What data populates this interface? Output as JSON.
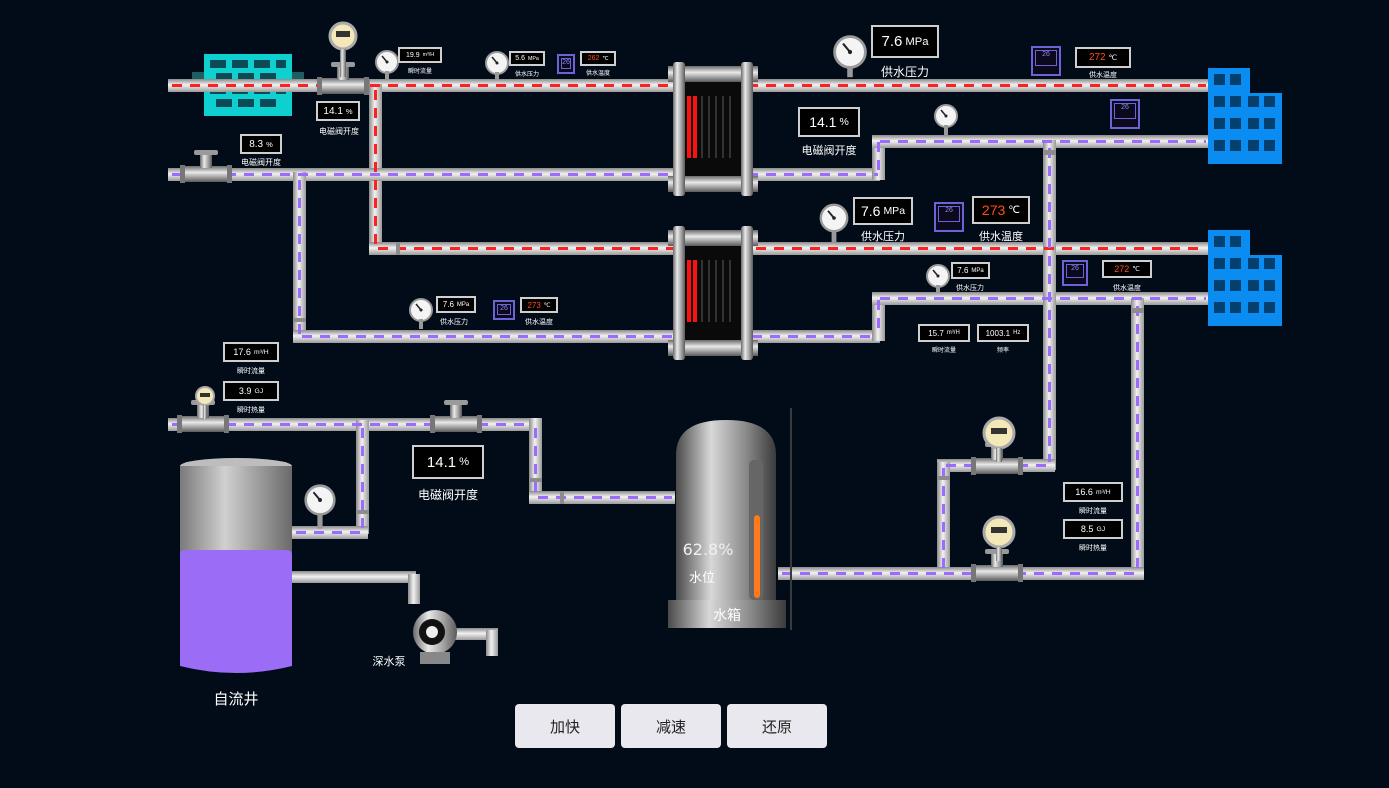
{
  "colors": {
    "background": "#020c18",
    "hot_line": "#ff2020",
    "cold_line": "#9c6cff",
    "building": "#0a8cf0",
    "well_water": "#9b6cf5",
    "level_bar": "#ff7a1a"
  },
  "gauges": {
    "valve1_opening": {
      "value": "14.1",
      "unit": "%",
      "label": "电磁阀开度"
    },
    "top_flow": {
      "value": "19.9",
      "unit": "m³/H",
      "label": "瞬时流量"
    },
    "top_pressure": {
      "value": "5.6",
      "unit": "MPa",
      "label": "供水压力"
    },
    "top_temp": {
      "value": "262",
      "unit": "℃",
      "label": "供水温度"
    },
    "top_lcd": "26",
    "big_pressure": {
      "value": "7.6",
      "unit": "MPa",
      "label": "供水压力"
    },
    "right_temp_top": {
      "value": "272",
      "unit": "℃",
      "label": "供水温度"
    },
    "right_lcd_top": "26",
    "right_lcd_2": "26",
    "valve2_opening": {
      "value": "8.3",
      "unit": "%",
      "label": "电磁阀开度"
    },
    "valve3_opening": {
      "value": "14.1",
      "unit": "%",
      "label": "电磁阀开度"
    },
    "mid_pressure": {
      "value": "7.6",
      "unit": "MPa",
      "label": "供水压力"
    },
    "mid_temp": {
      "value": "273",
      "unit": "℃",
      "label": "供水温度"
    },
    "mid_lcd": "26",
    "mid_right_pressure": {
      "value": "7.6",
      "unit": "MPa",
      "label": "供水压力"
    },
    "mid_right_temp": {
      "value": "272",
      "unit": "℃",
      "label": "供水温度"
    },
    "mid_right_lcd": "26",
    "mid_flow": {
      "value": "15.7",
      "unit": "m³/H",
      "label": "瞬时流量"
    },
    "mid_freq": {
      "value": "1003.1",
      "unit": "Hz",
      "label": "频率"
    },
    "low_pressure": {
      "value": "7.6",
      "unit": "MPa",
      "label": "供水压力"
    },
    "low_temp": {
      "value": "273",
      "unit": "℃",
      "label": "供水温度"
    },
    "low_lcd": "26",
    "left_flow": {
      "value": "17.6",
      "unit": "m³/H",
      "label": "瞬时流量"
    },
    "left_heat": {
      "value": "3.9",
      "unit": "GJ",
      "label": "瞬时热量"
    },
    "valve4_opening": {
      "value": "14.1",
      "unit": "%",
      "label": "电磁阀开度"
    },
    "right_flow": {
      "value": "16.6",
      "unit": "m³/H",
      "label": "瞬时流量"
    },
    "right_heat": {
      "value": "8.5",
      "unit": "GJ",
      "label": "瞬时热量"
    }
  },
  "tank": {
    "level_value": "62.8",
    "level_unit": "%",
    "level_label": "水位",
    "name": "水箱",
    "level": 0.628
  },
  "well": {
    "name": "自流井"
  },
  "pump": {
    "name": "深水泵"
  },
  "controls": {
    "speed_up": "加快",
    "slow_down": "减速",
    "reset": "还原"
  }
}
